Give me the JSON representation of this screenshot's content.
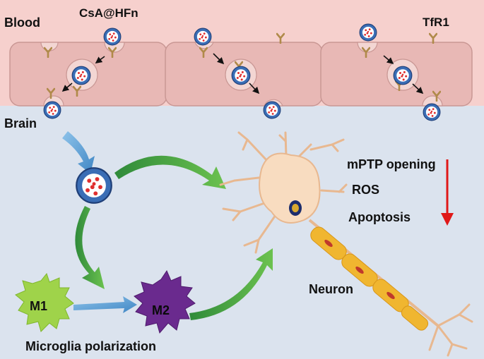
{
  "labels": {
    "blood": "Blood",
    "nanoparticle": "CsA@HFn",
    "receptor": "TfR1",
    "brain": "Brain",
    "effect_1": "mPTP opening",
    "effect_2": "ROS",
    "effect_3": "Apoptosis",
    "neuron": "Neuron",
    "microglia_caption": "Microglia polarization",
    "m1": "M1",
    "m2": "M2"
  },
  "colors": {
    "blood_band": "#f6d0cd",
    "endothelial_cell": "#e8b8b5",
    "brain_background": "#dbe3ee",
    "receptor": "#b08a4a",
    "nanoparticle_shell": "#3a6db5",
    "nanoparticle_core": "#e03030",
    "neuron_body": "#f8dcc0",
    "axon_myelin": "#f0b630",
    "m1_microglia": "#9fd34a",
    "m2_microglia": "#6a2a8e",
    "green_arrow": "#4fb044",
    "blue_arrow": "#5fa6d8",
    "decrease_arrow": "#e01818"
  },
  "icons": [
    "nanoparticle-icon",
    "receptor-icon",
    "neuron-icon",
    "microglia-icon",
    "down-arrow-icon"
  ]
}
